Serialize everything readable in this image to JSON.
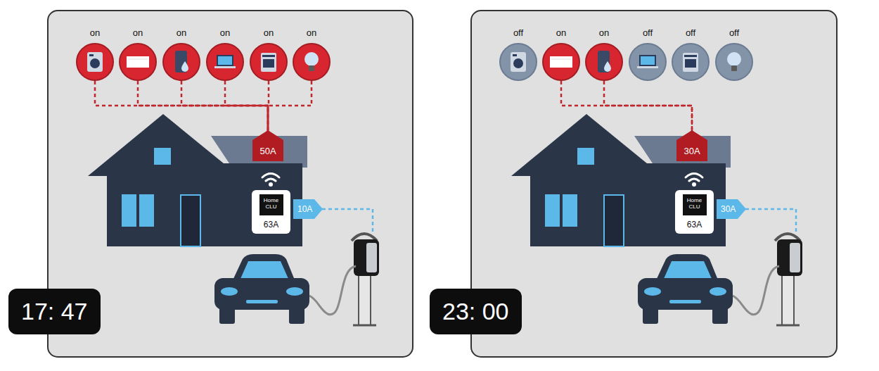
{
  "diagram": {
    "nodes": [
      {
        "text": [
          "on"
        ]
      },
      {
        "text": [
          "on"
        ]
      },
      {
        "text": [
          "on"
        ]
      },
      {
        "text": [
          "on"
        ]
      },
      {
        "text": [
          "on"
        ]
      },
      {
        "text": [
          "on"
        ]
      },
      {
        "text": [
          "50A"
        ]
      },
      {
        "text": [
          "Home CLU",
          "63A"
        ]
      },
      {
        "text": [
          "10A"
        ]
      },
      {
        "text": [
          "17: 47"
        ]
      },
      {
        "text": [
          "off"
        ]
      },
      {
        "text": [
          "on"
        ]
      },
      {
        "text": [
          "on"
        ]
      },
      {
        "text": [
          "off"
        ]
      },
      {
        "text": [
          "off"
        ]
      },
      {
        "text": [
          "off"
        ]
      },
      {
        "text": [
          "30A"
        ]
      },
      {
        "text": [
          "Home CLU",
          "63A"
        ]
      },
      {
        "text": [
          "30A"
        ]
      },
      {
        "text": [
          "23: 00"
        ]
      }
    ],
    "edges": [
      {
        "from": 0,
        "to": 6,
        "arrow": "none"
      },
      {
        "from": 1,
        "to": 6,
        "arrow": "none"
      },
      {
        "from": 2,
        "to": 6,
        "arrow": "none"
      },
      {
        "from": 3,
        "to": 6,
        "arrow": "none"
      },
      {
        "from": 4,
        "to": 6,
        "arrow": "none"
      },
      {
        "from": 5,
        "to": 6,
        "arrow": "none"
      },
      {
        "from": 11,
        "to": 16,
        "arrow": "none"
      },
      {
        "from": 12,
        "to": 16,
        "arrow": "none"
      }
    ]
  }
}
